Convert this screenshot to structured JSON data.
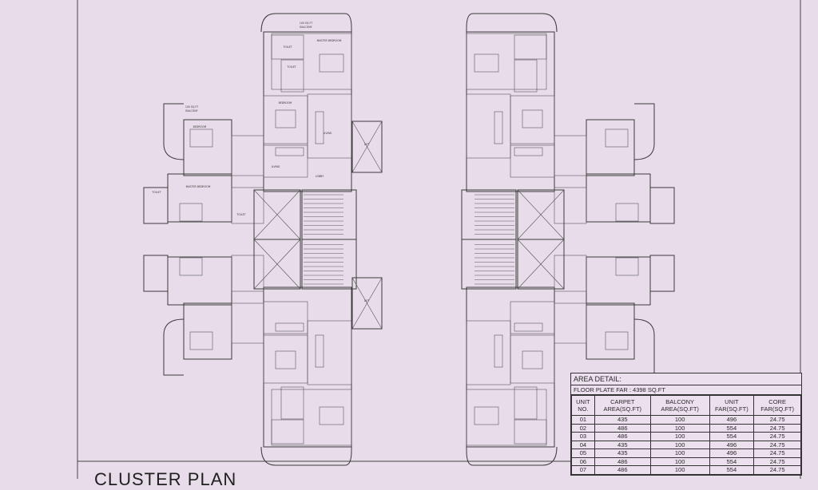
{
  "drawing": {
    "title": "CLUSTER PLAN",
    "labels": {
      "balcony_area": "100 SQ.FT",
      "balcony": "BALCONY",
      "master_bedroom": "MASTER BEDROOM",
      "bedroom": "BEDROOM",
      "living": "LIVING",
      "toilet": "TOILET",
      "lobby": "LOBBY",
      "lift": "LIFT"
    }
  },
  "area_detail": {
    "heading": "AREA DETAIL:",
    "floor_plate": "FLOOR PLATE FAR : 4398 SQ.FT",
    "columns": [
      "UNIT NO.",
      "CARPET AREA(SQ.FT)",
      "BALCONY AREA(SQ.FT)",
      "UNIT FAR(SQ.FT)",
      "CORE FAR(SQ.FT)"
    ],
    "rows": [
      [
        "01",
        "435",
        "100",
        "496",
        "24.75"
      ],
      [
        "02",
        "486",
        "100",
        "554",
        "24.75"
      ],
      [
        "03",
        "486",
        "100",
        "554",
        "24.75"
      ],
      [
        "04",
        "435",
        "100",
        "496",
        "24.75"
      ],
      [
        "05",
        "435",
        "100",
        "496",
        "24.75"
      ],
      [
        "06",
        "486",
        "100",
        "554",
        "24.75"
      ],
      [
        "07",
        "486",
        "100",
        "554",
        "24.75"
      ]
    ]
  }
}
